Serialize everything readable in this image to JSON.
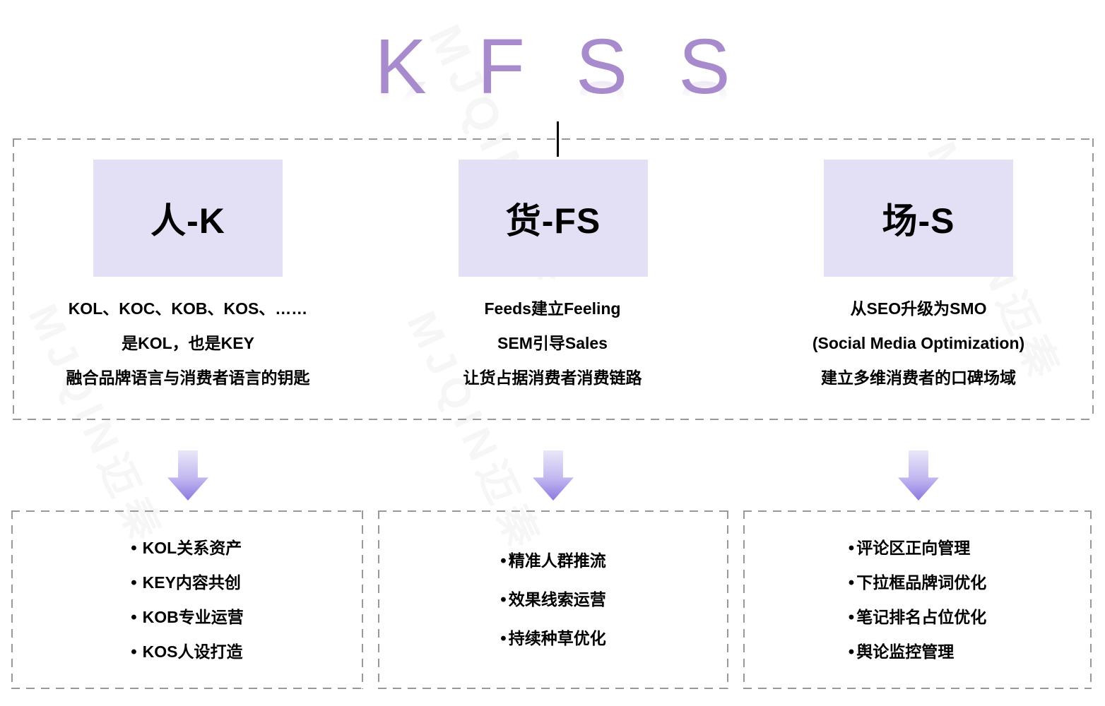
{
  "title": "KFSS",
  "watermark": "MJQIN迈秦",
  "columns": [
    {
      "id": "people",
      "header": "人-K",
      "description": [
        "KOL、KOC、KOB、KOS、……",
        "是KOL，也是KEY",
        "融合品牌语言与消费者语言的钥匙"
      ],
      "items": [
        "KOL关系资产",
        "KEY内容共创",
        "KOB专业运营",
        "KOS人设打造"
      ]
    },
    {
      "id": "goods",
      "header": "货-FS",
      "description": [
        "Feeds建立Feeling",
        "SEM引导Sales",
        "让货占据消费者消费链路"
      ],
      "items": [
        "精准人群推流",
        "效果线索运营",
        "持续种草优化"
      ]
    },
    {
      "id": "place",
      "header": "场-S",
      "description": [
        "从SEO升级为SMO",
        "(Social Media Optimization)",
        "建立多维消费者的口碑场域"
      ],
      "items": [
        "评论区正向管理",
        "下拉框品牌词优化",
        "笔记排名占位优化",
        "舆论监控管理"
      ]
    }
  ],
  "colors": {
    "title_purple": "#A78BCD",
    "header_box_fill": "#E3E0F6",
    "arrow_gradient_top": "#EAE7F9",
    "arrow_gradient_bottom": "#8C78E0",
    "dashed_border": "#989898",
    "text": "#000000"
  }
}
